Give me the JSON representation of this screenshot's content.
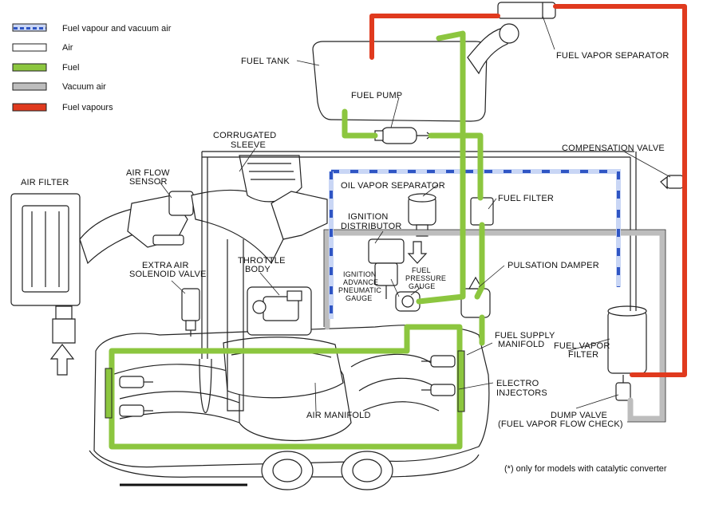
{
  "colors": {
    "fuel": "#8cc63f",
    "fuel_vapours": "#e03a1e",
    "vacuum_air": "#bdbdbd",
    "fuel_vapour_vacuum_air": "#3a5fc8",
    "air": "#ffffff",
    "line": "#222222"
  },
  "legend": [
    {
      "key": "fvva",
      "label": "Fuel vapour and vacuum air"
    },
    {
      "key": "air",
      "label": "Air"
    },
    {
      "key": "fuel",
      "label": "Fuel"
    },
    {
      "key": "vac",
      "label": "Vacuum air"
    },
    {
      "key": "fvap",
      "label": "Fuel vapours"
    }
  ],
  "labels": {
    "fuel_tank": "FUEL TANK",
    "fuel_vapor_separator": "FUEL VAPOR SEPARATOR",
    "fuel_pump": "FUEL PUMP",
    "corrugated_sleeve_1": "CORRUGATED",
    "corrugated_sleeve_2": "SLEEVE",
    "compensation_valve": "COMPENSATION VALVE",
    "air_filter": "AIR FILTER",
    "air_flow_sensor_1": "AIR FLOW",
    "air_flow_sensor_2": "SENSOR",
    "oil_vapor_separator": "OIL VAPOR SEPARATOR",
    "fuel_filter": "FUEL FILTER",
    "ignition_distributor_1": "IGNITION",
    "ignition_distributor_2": "DISTRIBUTOR",
    "extra_air_valve_1": "EXTRA AIR",
    "extra_air_valve_2": "SOLENOID VALVE",
    "throttle_body_1": "THROTTLE",
    "throttle_body_2": "BODY",
    "ignition_advance_1": "IGNITION",
    "ignition_advance_2": "ADVANCE",
    "ignition_advance_3": "PNEUMATIC",
    "ignition_advance_4": "GAUGE",
    "fuel_pressure_1": "FUEL",
    "fuel_pressure_2": "PRESSURE",
    "fuel_pressure_3": "GAUGE",
    "pulsation_damper": "PULSATION DAMPER",
    "fuel_supply_1": "FUEL SUPPLY",
    "fuel_supply_2": "MANIFOLD",
    "fuel_vapor_filter_1": "FUEL VAPOR",
    "fuel_vapor_filter_2": "FILTER",
    "electro_injectors_1": "ELECTRO",
    "electro_injectors_2": "INJECTORS",
    "air_manifold": "AIR MANIFOLD",
    "dump_valve_1": "DUMP VALVE",
    "dump_valve_2": "(FUEL VAPOR FLOW CHECK)",
    "footnote": "(*) only for models with catalytic converter"
  }
}
